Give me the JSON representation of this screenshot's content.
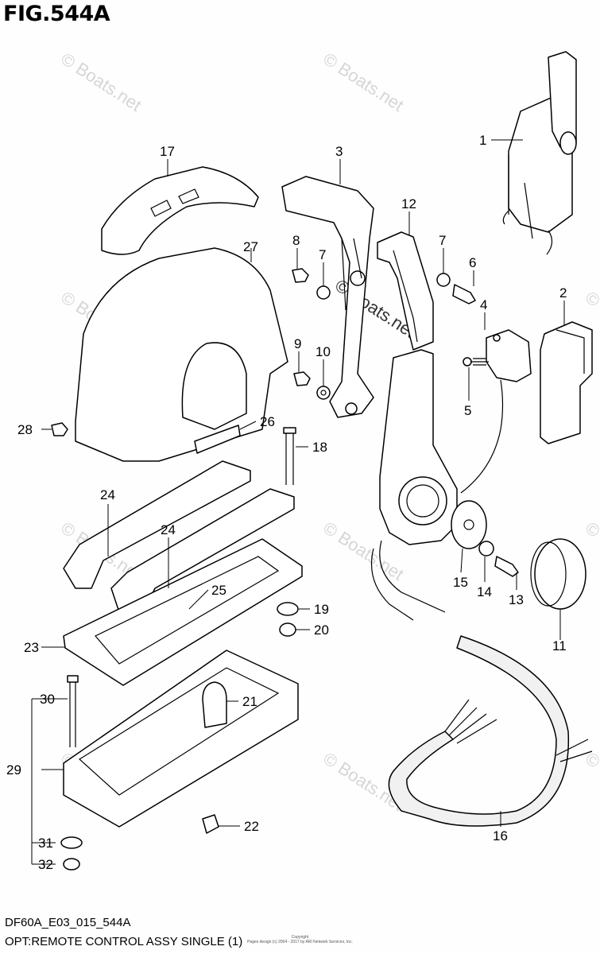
{
  "figure": {
    "title": "FIG.544A",
    "code": "DF60A_E03_015_544A",
    "description": "OPT:REMOTE CONTROL ASSY SINGLE (1)"
  },
  "watermark": "© Boats.net",
  "copyright": {
    "line1": "Copyright",
    "line2": "Pages design (c) 2004 - 2017 by ARI Network Services, Inc."
  },
  "callouts": [
    {
      "id": "1",
      "label": "1"
    },
    {
      "id": "2",
      "label": "2"
    },
    {
      "id": "3",
      "label": "3"
    },
    {
      "id": "4",
      "label": "4"
    },
    {
      "id": "5",
      "label": "5"
    },
    {
      "id": "6",
      "label": "6"
    },
    {
      "id": "7a",
      "label": "7"
    },
    {
      "id": "7b",
      "label": "7"
    },
    {
      "id": "8",
      "label": "8"
    },
    {
      "id": "9",
      "label": "9"
    },
    {
      "id": "10",
      "label": "10"
    },
    {
      "id": "11",
      "label": "11"
    },
    {
      "id": "12",
      "label": "12"
    },
    {
      "id": "13",
      "label": "13"
    },
    {
      "id": "14",
      "label": "14"
    },
    {
      "id": "15",
      "label": "15"
    },
    {
      "id": "16",
      "label": "16"
    },
    {
      "id": "17",
      "label": "17"
    },
    {
      "id": "18",
      "label": "18"
    },
    {
      "id": "19",
      "label": "19"
    },
    {
      "id": "20",
      "label": "20"
    },
    {
      "id": "21",
      "label": "21"
    },
    {
      "id": "22",
      "label": "22"
    },
    {
      "id": "23",
      "label": "23"
    },
    {
      "id": "24a",
      "label": "24"
    },
    {
      "id": "24b",
      "label": "24"
    },
    {
      "id": "25",
      "label": "25"
    },
    {
      "id": "26",
      "label": "26"
    },
    {
      "id": "27",
      "label": "27"
    },
    {
      "id": "28",
      "label": "28"
    },
    {
      "id": "29",
      "label": "29"
    },
    {
      "id": "30",
      "label": "30"
    },
    {
      "id": "31",
      "label": "31"
    },
    {
      "id": "32",
      "label": "32"
    }
  ]
}
